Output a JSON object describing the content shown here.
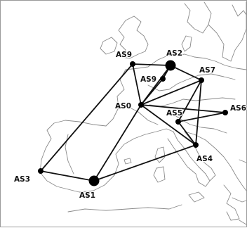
{
  "nodes": [
    {
      "id": "AS9a",
      "label": "AS9"
    },
    {
      "id": "AS2",
      "label": "AS2"
    },
    {
      "id": "AS9b",
      "label": "AS9"
    },
    {
      "id": "AS7",
      "label": "AS7"
    },
    {
      "id": "AS0",
      "label": "AS0"
    },
    {
      "id": "AS5",
      "label": "AS5"
    },
    {
      "id": "AS6",
      "label": "AS6"
    },
    {
      "id": "AS4",
      "label": "AS4"
    },
    {
      "id": "AS3",
      "label": "AS3"
    },
    {
      "id": "AS1",
      "label": "AS1"
    }
  ],
  "links": [
    [
      "AS9a",
      "AS2"
    ],
    [
      "AS9a",
      "AS3"
    ],
    [
      "AS9a",
      "AS0"
    ],
    [
      "AS2",
      "AS9b"
    ],
    [
      "AS2",
      "AS7"
    ],
    [
      "AS2",
      "AS0"
    ],
    [
      "AS9b",
      "AS0"
    ],
    [
      "AS7",
      "AS0"
    ],
    [
      "AS7",
      "AS5"
    ],
    [
      "AS7",
      "AS4"
    ],
    [
      "AS0",
      "AS6"
    ],
    [
      "AS0",
      "AS4"
    ],
    [
      "AS0",
      "AS1"
    ],
    [
      "AS5",
      "AS6"
    ],
    [
      "AS5",
      "AS4"
    ],
    [
      "AS3",
      "AS1"
    ],
    [
      "AS1",
      "AS4"
    ]
  ],
  "colors": {
    "links": "#111111",
    "nodes": "#000000",
    "map_outline": "#8a8a8a"
  }
}
